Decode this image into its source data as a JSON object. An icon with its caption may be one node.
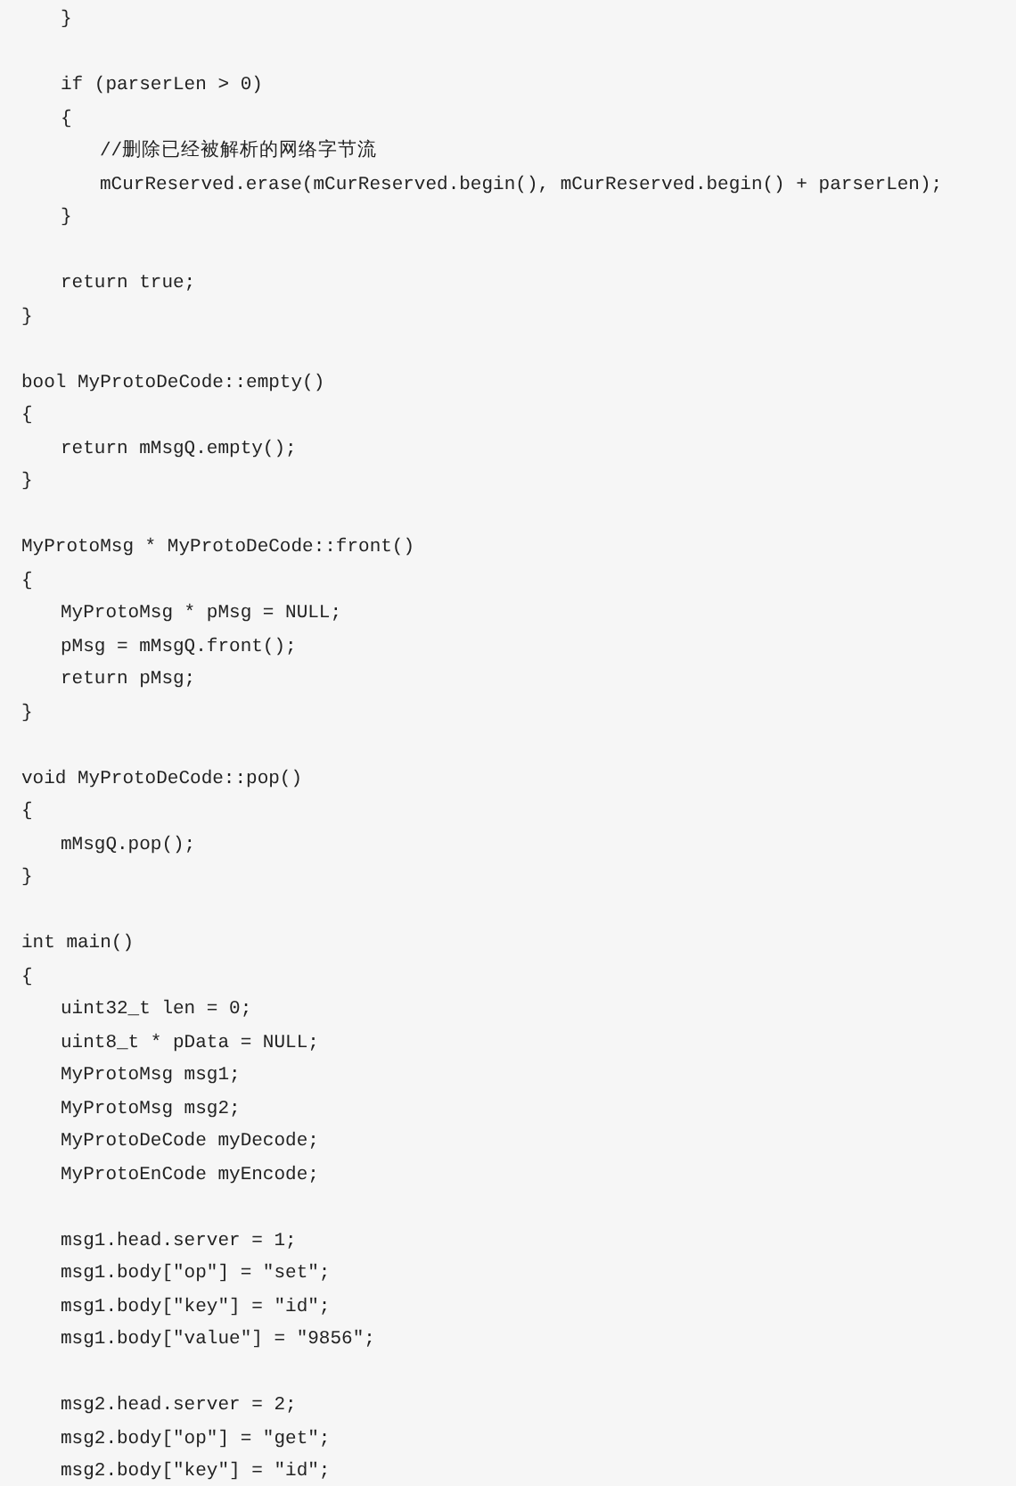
{
  "diagram": {
    "labels": [
      "}",
      "if (parserLen > 0)",
      "{",
      "//删除已经被解析的网络字节流",
      "mCurReserved.erase(mCurReserved.begin(), mCurReserved.begin() + parserLen);",
      "}",
      "return true;",
      "}",
      "bool MyProtoDeCode::empty()",
      "{",
      "return mMsgQ.empty();",
      "}",
      "MyProtoMsg * MyProtoDeCode::front()",
      "{",
      "MyProtoMsg * pMsg = NULL;",
      "pMsg = mMsgQ.front();",
      "return pMsg;",
      "}",
      "void MyProtoDeCode::pop()",
      "{",
      "mMsgQ.pop();",
      "}",
      "int main()",
      "{",
      "uint32_t len = 0;",
      "uint8_t * pData = NULL;",
      "MyProtoMsg msg1;",
      "MyProtoMsg msg2;",
      "MyProtoDeCode myDecode;",
      "MyProtoEnCode myEncode;",
      "msg1.head.server = 1;",
      "msg1.body[\"op\"] = \"set\";",
      "msg1.body[\"key\"] = \"id\";",
      "msg1.body[\"value\"] = \"9856\";",
      "msg2.head.server = 2;",
      "msg2.body[\"op\"] = \"get\";",
      "msg2.body[\"key\"] = \"id\";"
    ]
  }
}
